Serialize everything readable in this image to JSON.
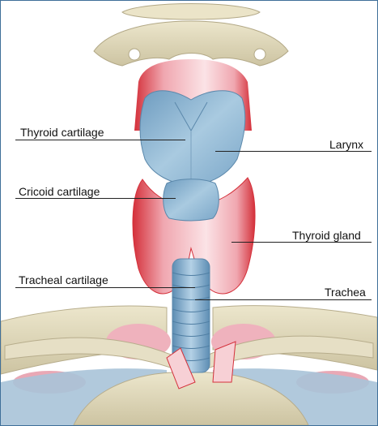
{
  "figure": {
    "labels": {
      "thyroid_cartilage": "Thyroid cartilage",
      "larynx": "Larynx",
      "cricoid_cartilage": "Cricoid cartilage",
      "thyroid_gland": "Thyroid gland",
      "tracheal_cartilage": "Tracheal cartilage",
      "trachea": "Trachea"
    },
    "colors": {
      "bone": "#e3dcc0",
      "cartilage": "#8fb6d2",
      "gland": "#f2a5ae",
      "gland_dark": "#d4303a",
      "frame_border": "#3f6f99"
    }
  }
}
